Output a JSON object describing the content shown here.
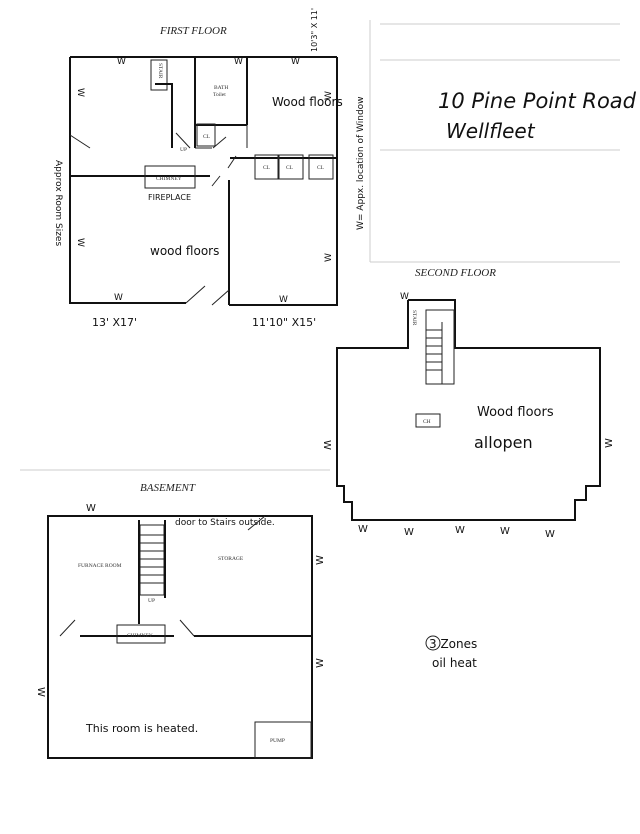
{
  "address": {
    "line1": "10 Pine Point Road",
    "line2": "Wellfleet"
  },
  "first_floor": {
    "title": "FIRST FLOOR",
    "chimney": "CHIMNEY",
    "fireplace": "FIREPLACE",
    "bath": "BATH",
    "toilet": "Toilet",
    "closet": "CL",
    "up": "UP",
    "stair": "STAIR",
    "wood_floors_small": "Wood floors",
    "wood_floors_large": "wood floors",
    "dim_left": "13' X17'",
    "dim_right": "11'10\" X15'",
    "dim_top": "10'3\" X 11'",
    "side_note_left": "Approx Room Sizes",
    "side_note_right": "W= Appx. location of Window"
  },
  "second_floor": {
    "title": "SECOND FLOOR",
    "stair": "STAIR",
    "chimney": "CH",
    "wood_floors": "Wood floors",
    "all_open": "allopen"
  },
  "basement": {
    "title": "BASEMENT",
    "furnace": "FURNACE ROOM",
    "storage": "STORAGE",
    "chimney": "CHIMNEY",
    "up": "UP",
    "door_note": "door to Stairs outside.",
    "heated_note": "This room is heated.",
    "pump": "PUMP"
  },
  "notes": {
    "zones": "3 Zones",
    "heat": "oil heat"
  },
  "window_marker": "W",
  "colors": {
    "ink": "#111111",
    "paper": "#ffffff",
    "faint_line": "#cccccc"
  }
}
